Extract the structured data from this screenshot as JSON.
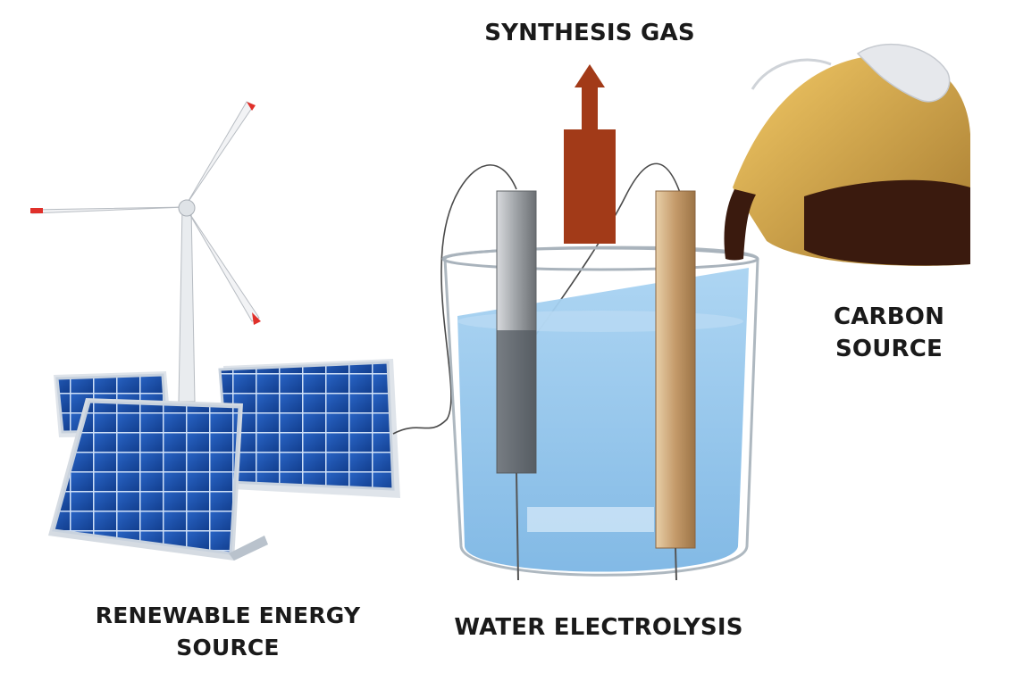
{
  "labels": {
    "synthesis_gas": "SYNTHESIS GAS",
    "carbon_source_line1": "CARBON",
    "carbon_source_line2": "SOURCE",
    "renewable_line1": "RENEWABLE ENERGY",
    "renewable_line2": "SOURCE",
    "water_electrolysis": "WATER ELECTROLYSIS"
  },
  "colors": {
    "arrow": "#a23a18",
    "water": "#8fc3ea",
    "solar_panel": "#1d4fa8",
    "turbine_tip": "#e0302a",
    "anode": "#8a8d91",
    "cathode": "#c9a47a",
    "oil": "#3a1a0e",
    "gold_liquid": "#d9a032"
  },
  "icons": {
    "wind_turbine": "wind-turbine-icon",
    "solar_panels": "solar-panel-icon",
    "beaker": "beaker-icon",
    "pouring_jug": "pouring-jug-icon",
    "gas_arrow": "up-arrow-icon"
  }
}
